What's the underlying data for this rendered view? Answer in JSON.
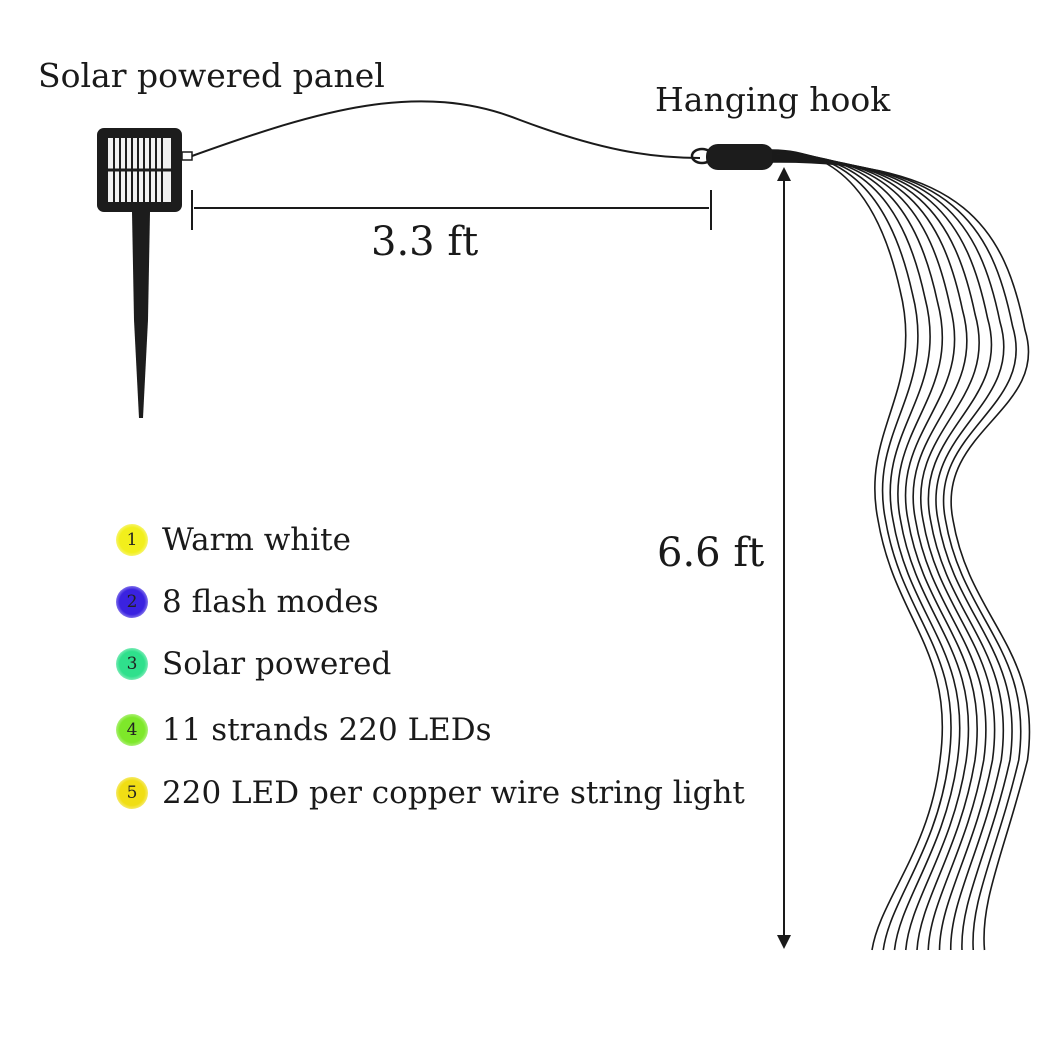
{
  "labels": {
    "panel": "Solar powered panel",
    "hook": "Hanging hook",
    "horizontal_length": "3.3 ft",
    "vertical_length": "6.6 ft"
  },
  "features": [
    {
      "number": "1",
      "text": "Warm white",
      "color": "#f2ef1c"
    },
    {
      "number": "2",
      "text": "8 flash modes",
      "color": "#3a22e0"
    },
    {
      "number": "3",
      "text": "Solar powered",
      "color": "#2fe08c"
    },
    {
      "number": "4",
      "text": "11 strands 220 LEDs",
      "color": "#7ee82a"
    },
    {
      "number": "5",
      "text": "220 LED per copper wire string light",
      "color": "#f0de14"
    }
  ],
  "colors": {
    "line": "#1a1a1a",
    "panel_body": "#1c1c1c",
    "panel_cells": "#f0f0f0"
  },
  "strand_count": 11,
  "icons": [
    "solar-panel-icon",
    "stake-icon",
    "hook-icon"
  ]
}
